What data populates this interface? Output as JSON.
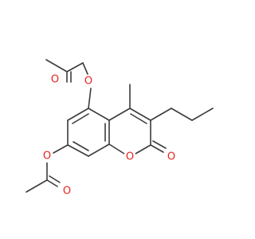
{
  "molecule": {
    "colors": {
      "bond": "#3b3b3b",
      "oxygen": "#e8231f"
    },
    "atom_labels": {
      "o_carbonyl_upper": "O",
      "o_ester_upper": "O",
      "o_carbonyl_lower": "O",
      "o_ester_lower": "O",
      "o_ring": "O",
      "o_lactone_carbonyl": "O"
    }
  }
}
